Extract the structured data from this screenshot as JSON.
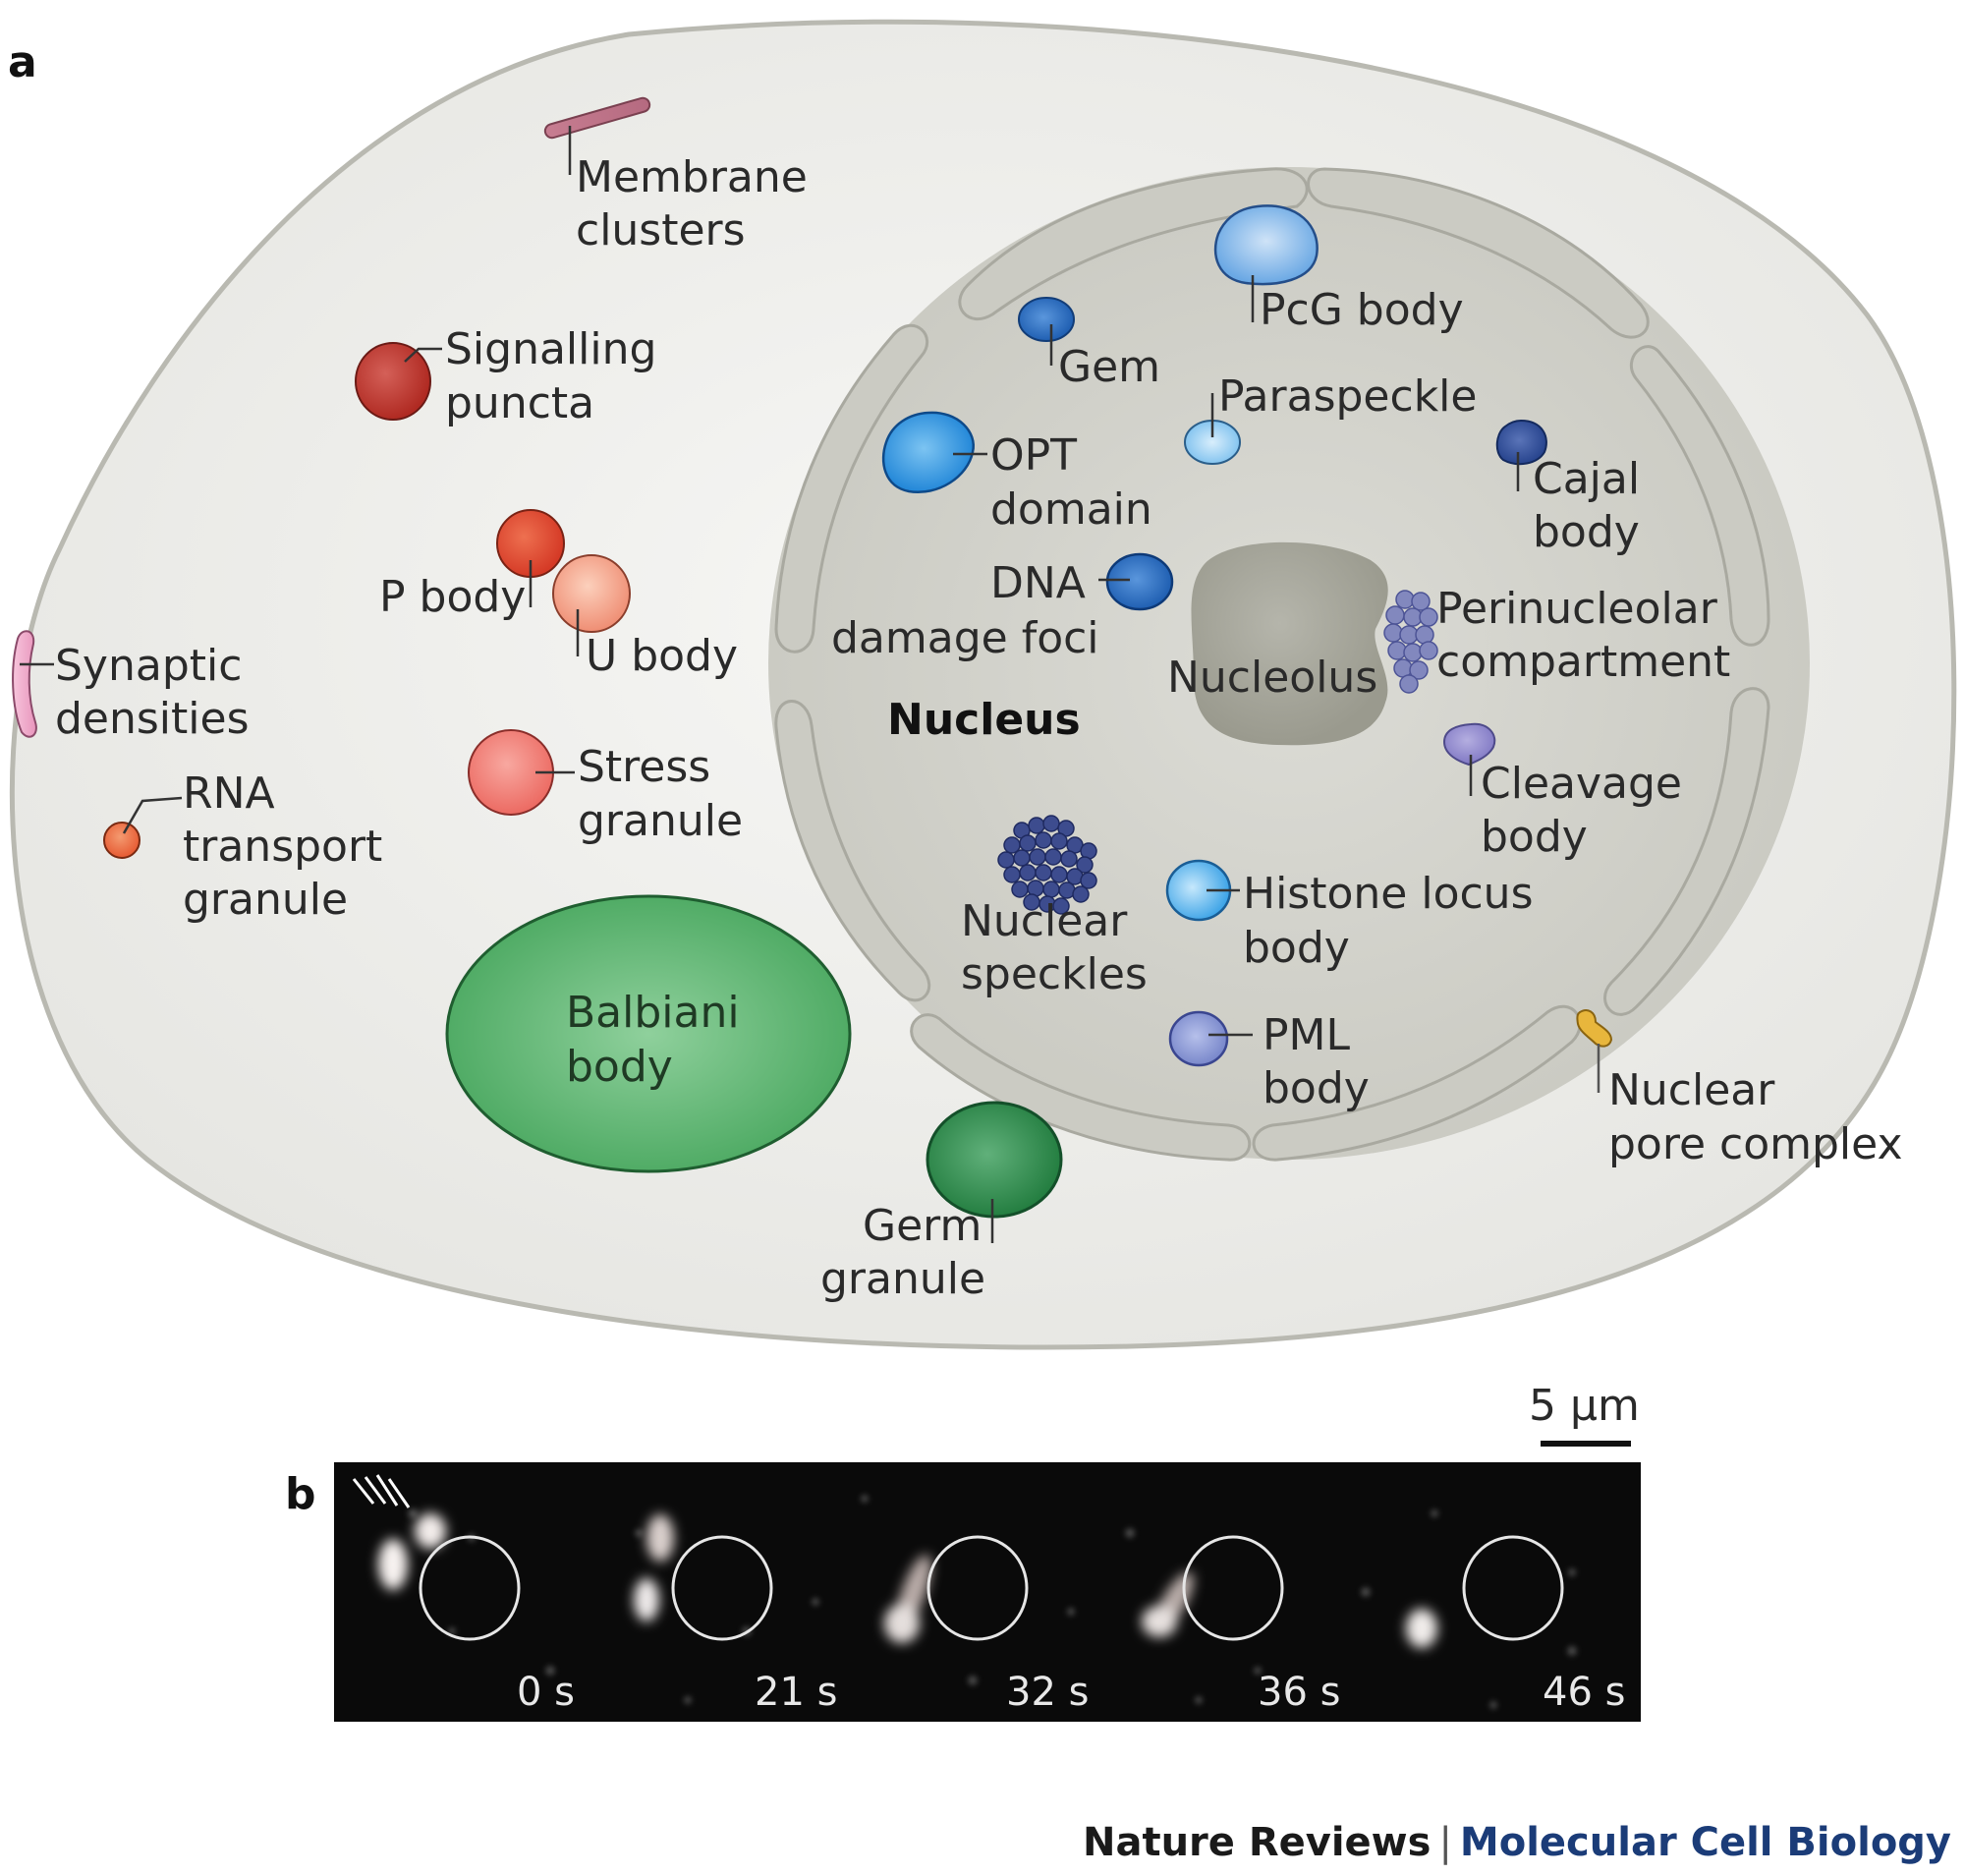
{
  "panel_labels": {
    "a": "a",
    "b": "b"
  },
  "colors": {
    "cytoplasm": "#ecece9",
    "nucleus": "#cfcfc8",
    "nucleolus": "#a3a398",
    "red_dark": "#b8322a",
    "red": "#d9442e",
    "salmon": "#f09a84",
    "pink": "#ef7a72",
    "orange": "#ea6a40",
    "green": "#5ab36f",
    "green_dark": "#2f8c4b",
    "blue": "#2a8fd9",
    "blue_dark": "#1f5fae",
    "navy": "#284a8c",
    "light_blue": "#8fc5ef",
    "purple": "#8d86c9",
    "pore": "#e7b53a",
    "journal_blue": "#1b3c78"
  },
  "cytoplasm_labels": {
    "membrane_clusters": [
      "Membrane",
      "clusters"
    ],
    "signalling_puncta": [
      "Signalling",
      "puncta"
    ],
    "p_body": "P body",
    "u_body": "U body",
    "synaptic_densities": [
      "Synaptic",
      "densities"
    ],
    "stress_granule": [
      "Stress",
      "granule"
    ],
    "rna_transport_granule": [
      "RNA",
      "transport",
      "granule"
    ],
    "balbiani_body": [
      "Balbiani",
      "body"
    ],
    "germ_granule": [
      "Germ",
      "granule"
    ]
  },
  "nucleus_labels": {
    "nucleus": "Nucleus",
    "pcg_body": "PcG body",
    "gem": "Gem",
    "paraspeckle": "Paraspeckle",
    "opt_domain": [
      "OPT",
      "domain"
    ],
    "cajal_body": [
      "Cajal",
      "body"
    ],
    "dna_damage_foci": [
      "DNA",
      "damage foci"
    ],
    "nucleolus": "Nucleolus",
    "perinucleolar_compartment": [
      "Perinucleolar",
      "compartment"
    ],
    "cleavage_body": [
      "Cleavage",
      "body"
    ],
    "nuclear_speckles": [
      "Nuclear",
      "speckles"
    ],
    "histone_locus_body": [
      "Histone locus",
      "body"
    ],
    "pml_body": [
      "PML",
      "body"
    ],
    "nuclear_pore_complex": [
      "Nuclear",
      "pore complex"
    ]
  },
  "microscopy": {
    "scale_bar": "5 µm",
    "timepoints": [
      "0 s",
      "21 s",
      "32 s",
      "36 s",
      "46 s"
    ]
  },
  "footer": {
    "journal": "Nature Reviews",
    "separator": "|",
    "subtitle": "Molecular Cell Biology"
  }
}
